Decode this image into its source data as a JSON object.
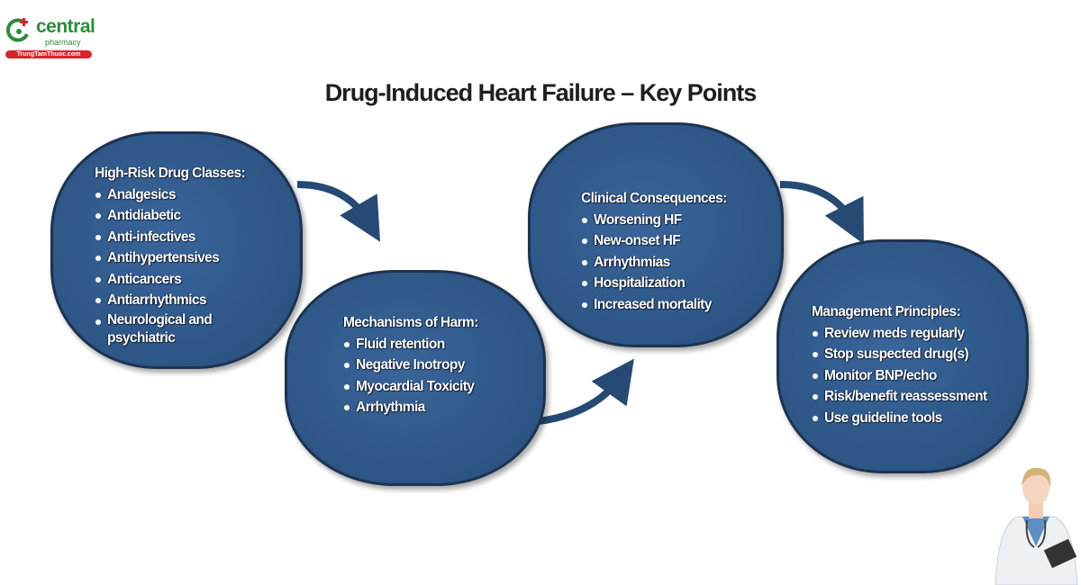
{
  "logo": {
    "name": "central",
    "sub": "pharmacy",
    "url": "TrungTamThuoc.com"
  },
  "title": "Drug-Induced Heart Failure – Key Points",
  "boxes": [
    {
      "heading": "High-Risk Drug Classes:",
      "items": [
        "Analgesics",
        "Antidiabetic",
        "Anti-infectives",
        "Antihypertensives",
        "Anticancers",
        "Antiarrhythmics",
        "Neurological and psychiatric"
      ]
    },
    {
      "heading": "Mechanisms of Harm:",
      "items": [
        "Fluid retention",
        "Negative Inotropy",
        "Myocardial Toxicity",
        "Arrhythmia"
      ]
    },
    {
      "heading": "Clinical Consequences:",
      "items": [
        "Worsening HF",
        "New-onset HF",
        "Arrhythmias",
        "Hospitalization",
        "Increased mortality"
      ]
    },
    {
      "heading": "Management Principles:",
      "items": [
        "Review meds regularly",
        "Stop suspected drug(s)",
        "Monitor BNP/echo",
        "Risk/benefit reassessment",
        "Use guideline tools"
      ]
    }
  ],
  "colors": {
    "box": "#2f5685",
    "outline": "#1c3350",
    "logo_green": "#2e8b3a",
    "logo_red": "#d9232d"
  }
}
